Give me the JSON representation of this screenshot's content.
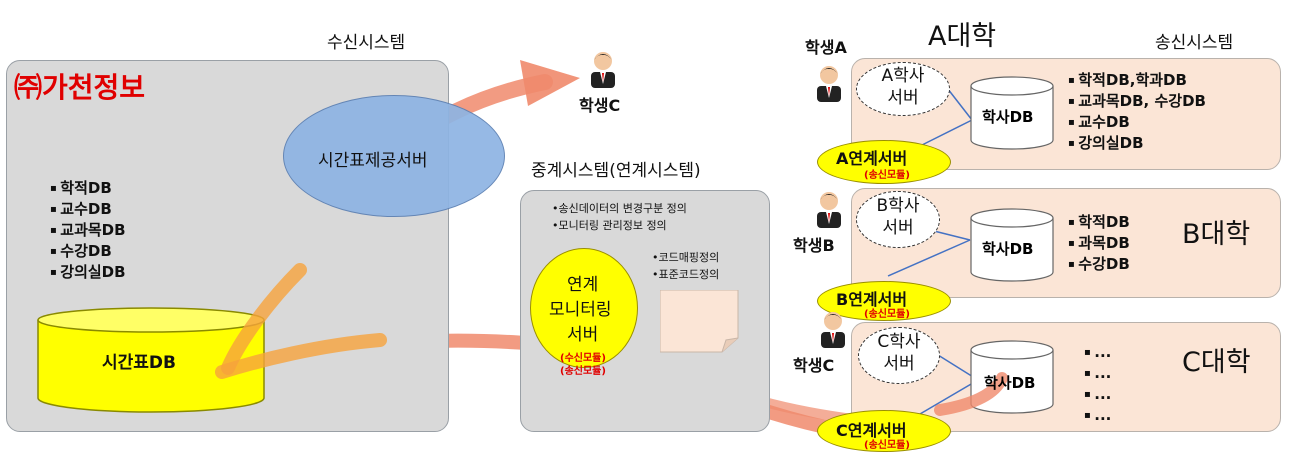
{
  "titles": {
    "receive_system": "수신시스템",
    "send_system": "송신시스템",
    "relay_system": "중계시스템(연계시스템)",
    "univ_a": "A대학",
    "univ_b": "B대학",
    "univ_c": "C대학"
  },
  "company": {
    "name": "㈜가천정보",
    "name_color": "#e00000",
    "bullets": [
      "학적DB",
      "교수DB",
      "교과목DB",
      "수강DB",
      "강의실DB"
    ],
    "timetable_db": "시간표DB",
    "timetable_server": "시간표제공서버"
  },
  "relay": {
    "notes_top": [
      "•송신데이터의 변경구분 정의",
      "•모니터링 관리정보 정의"
    ],
    "notes_right": [
      "•코드매핑정의",
      "•표준코드정의"
    ],
    "monitor_server_lines": [
      "연계",
      "모니터링",
      "서버"
    ],
    "module_recv": "(수신모듈)",
    "module_send": "(송신모듈)"
  },
  "students": {
    "a": "학생A",
    "b": "학생B",
    "c_univ": "학생C",
    "c_top": "학생C"
  },
  "universities": [
    {
      "server_lines": [
        "A학사",
        "서버"
      ],
      "db": "학사DB",
      "bullets": [
        "학적DB,학과DB",
        "교과목DB, 수강DB",
        "교수DB",
        "강의실DB"
      ],
      "link_server": "A연계서버",
      "module": "(송신모듈)"
    },
    {
      "server_lines": [
        "B학사",
        "서버"
      ],
      "db": "학사DB",
      "bullets": [
        "학적DB",
        "과목DB",
        "수강DB"
      ],
      "link_server": "B연계서버",
      "module": "(송신모듈)"
    },
    {
      "server_lines": [
        "C학사",
        "서버"
      ],
      "db": "학사DB",
      "bullets": [
        "...",
        "...",
        "...",
        "..."
      ],
      "link_server": "C연계서버",
      "module": "(송신모듈)"
    }
  ],
  "colors": {
    "arrow": "#f08a6c",
    "gray_box": "#d9d9d9",
    "peach_box": "#fbe5d6",
    "yellow": "#ffff00",
    "blue_oval": "#8eb4e3"
  }
}
